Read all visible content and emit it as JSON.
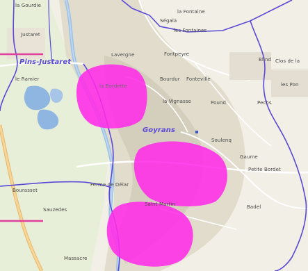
{
  "map": {
    "communes": [
      {
        "id": "pins-justaret",
        "name": "Pins-Justaret"
      },
      {
        "id": "goyrans",
        "name": "Goyrans"
      }
    ],
    "places": [
      {
        "id": "la-gourdie",
        "name": "la Gourdie"
      },
      {
        "id": "justaret",
        "name": "Justaret"
      },
      {
        "id": "segala",
        "name": "Ségala"
      },
      {
        "id": "le-ramier",
        "name": "le Ramier"
      },
      {
        "id": "la-bordette",
        "name": "la Bordette"
      },
      {
        "id": "saint-martin",
        "name": "Saint-Martin"
      },
      {
        "id": "sauzedes",
        "name": "Sauzedes"
      },
      {
        "id": "massacre",
        "name": "Massacre"
      },
      {
        "id": "la-fontaine",
        "name": "la Fontaine"
      },
      {
        "id": "les-fontaines",
        "name": "les Fontaines"
      },
      {
        "id": "fontpeyre",
        "name": "Fontpeyre"
      },
      {
        "id": "bourdur",
        "name": "Bourdur"
      },
      {
        "id": "fonteville",
        "name": "Fonteville"
      },
      {
        "id": "la-vignasse",
        "name": "la Vignasse"
      },
      {
        "id": "pound",
        "name": "Pound"
      },
      {
        "id": "clos-de-la",
        "name": "Clos de la"
      },
      {
        "id": "blind",
        "name": "Blind"
      },
      {
        "id": "les-pon",
        "name": "les Pon"
      },
      {
        "id": "pechs",
        "name": "Pechs"
      },
      {
        "id": "gaume",
        "name": "Gaume"
      },
      {
        "id": "petite-bordet",
        "name": "Petite Bordet"
      },
      {
        "id": "badel",
        "name": "Badel"
      },
      {
        "id": "ferme-de-delar",
        "name": "Ferme de Délar"
      },
      {
        "id": "soulenq",
        "name": "Soulenq"
      },
      {
        "id": "bourasset",
        "name": "Bourasset"
      },
      {
        "id": "lavergne",
        "name": "Lavergne"
      }
    ],
    "colors": {
      "boundary": "#5a49d6",
      "highlight": "#ff2be8",
      "marker_line": "#e0409c",
      "river": "#9fc2e6",
      "road": "#f1c27a"
    },
    "highlight_zones": [
      {
        "id": "zone-north"
      },
      {
        "id": "zone-middle"
      },
      {
        "id": "zone-south"
      }
    ]
  }
}
